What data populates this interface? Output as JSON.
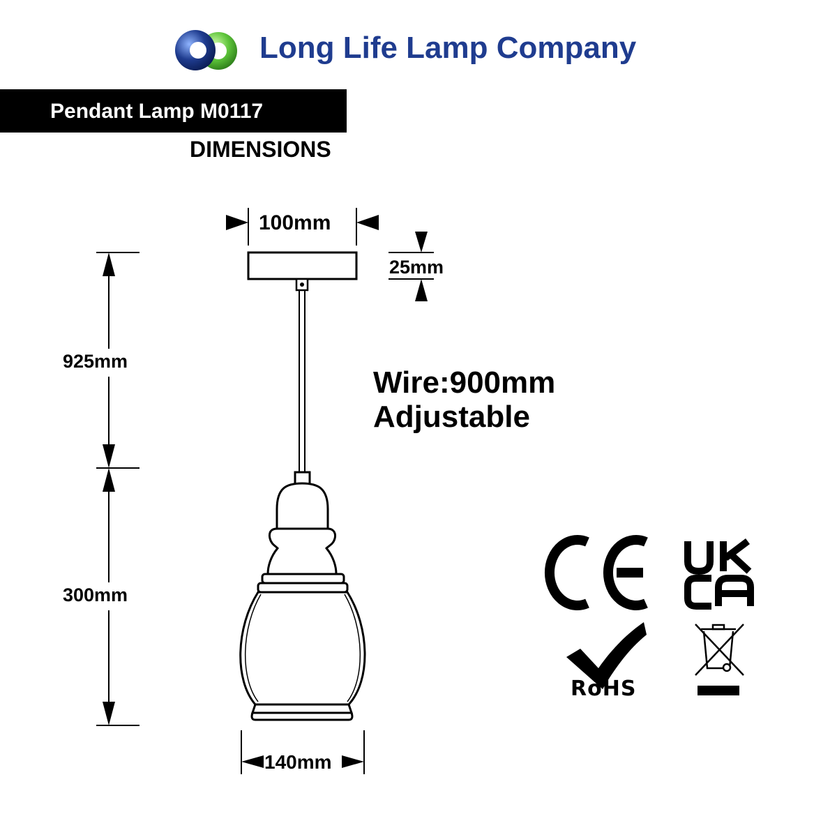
{
  "brand": {
    "company_name": "Long Life Lamp Company",
    "colors": {
      "blue": "#1f3c8f",
      "green": "#5dc43a"
    }
  },
  "product": {
    "title": "Pendant Lamp M0117",
    "section": "DIMENSIONS"
  },
  "dimensions": {
    "canopy_width": "100mm",
    "canopy_height": "25mm",
    "cord_drop": "925mm",
    "shade_height": "300mm",
    "shade_width": "140mm"
  },
  "wire": {
    "length": "Wire:900mm",
    "note": "Adjustable"
  },
  "certifications": {
    "ce": "CE",
    "ukca_line1": "UK",
    "ukca_line2": "CA",
    "rohs": "RoHS",
    "icons": [
      "ce-mark-icon",
      "ukca-mark-icon",
      "rohs-check-icon",
      "weee-bin-icon"
    ]
  }
}
